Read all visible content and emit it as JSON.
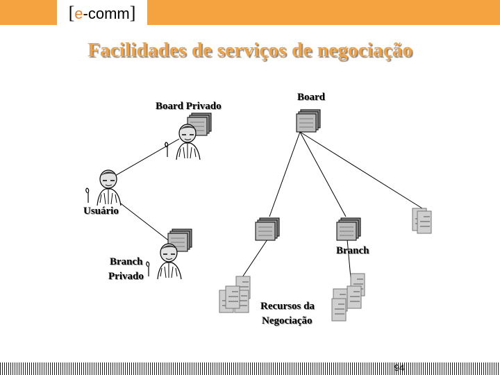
{
  "header": {
    "brand_open": "[",
    "brand_e": "e",
    "brand_rest": "-comm",
    "brand_close": "]"
  },
  "title": "Facilidades de serviços de negociação",
  "labels": {
    "board_privado": "Board Privado",
    "board": "Board",
    "usuario": "Usuário",
    "branch": "Branch",
    "branch_privado_line1": "Branch",
    "branch_privado_line2": "Privado",
    "recursos_line1": "Recursos da",
    "recursos_line2": "Negociação"
  },
  "footer": {
    "page_number": "94"
  },
  "colors": {
    "accent": "#f4a340",
    "title": "#f1a343"
  }
}
